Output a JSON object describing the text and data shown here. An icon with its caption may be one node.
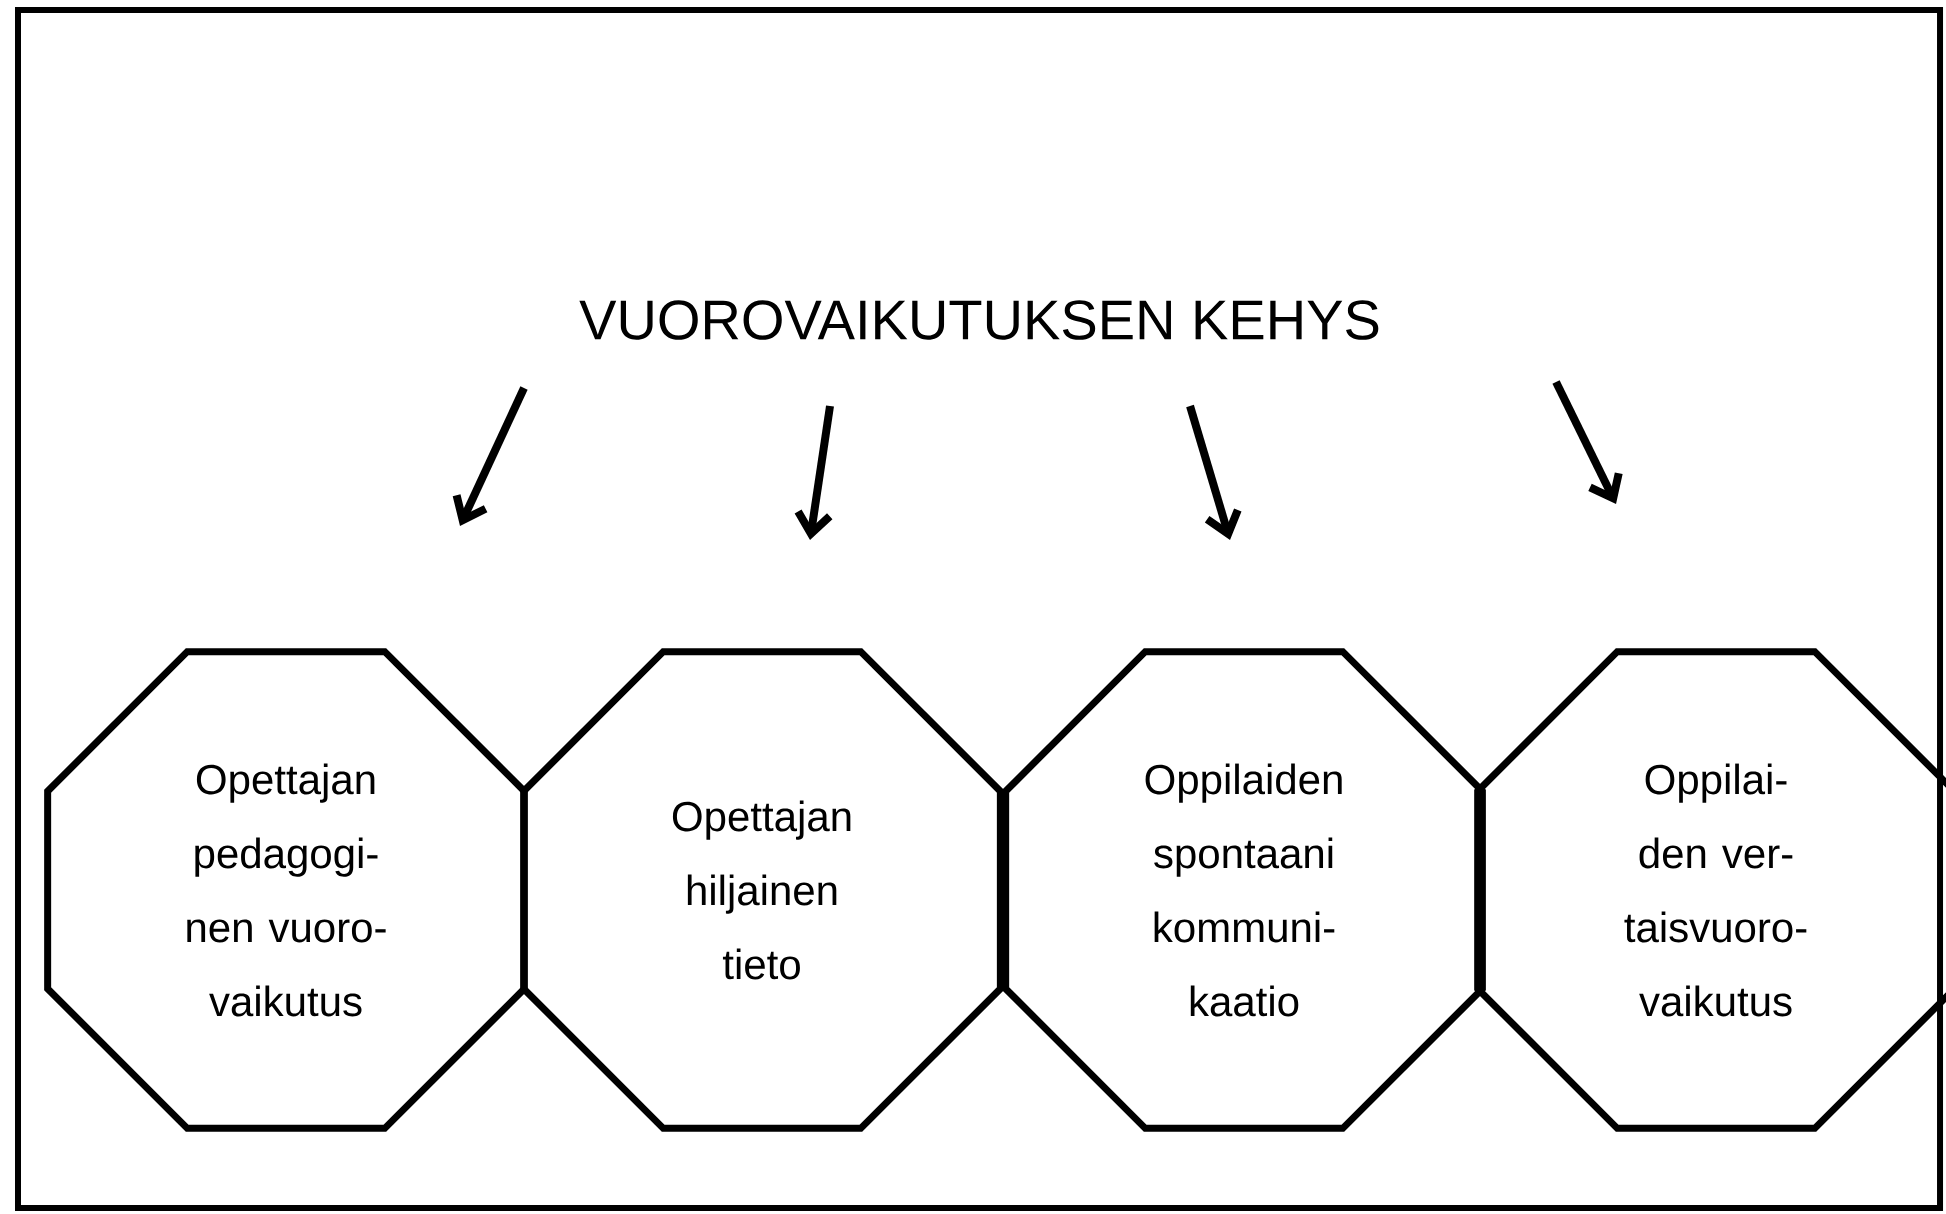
{
  "diagram": {
    "title": "VUOROVAIKUTUKSEN KEHYS",
    "nodes": [
      {
        "text": [
          "Opettajan pedagogi- nen vuoro- vaikutus"
        ]
      },
      {
        "text": [
          "Opettajan hiljainen tieto"
        ]
      },
      {
        "text": [
          "Oppilaiden spontaani kommuni- kaatio"
        ]
      },
      {
        "text": [
          "Oppilai- den ver- taisvuoro- vaikutus"
        ]
      }
    ]
  }
}
